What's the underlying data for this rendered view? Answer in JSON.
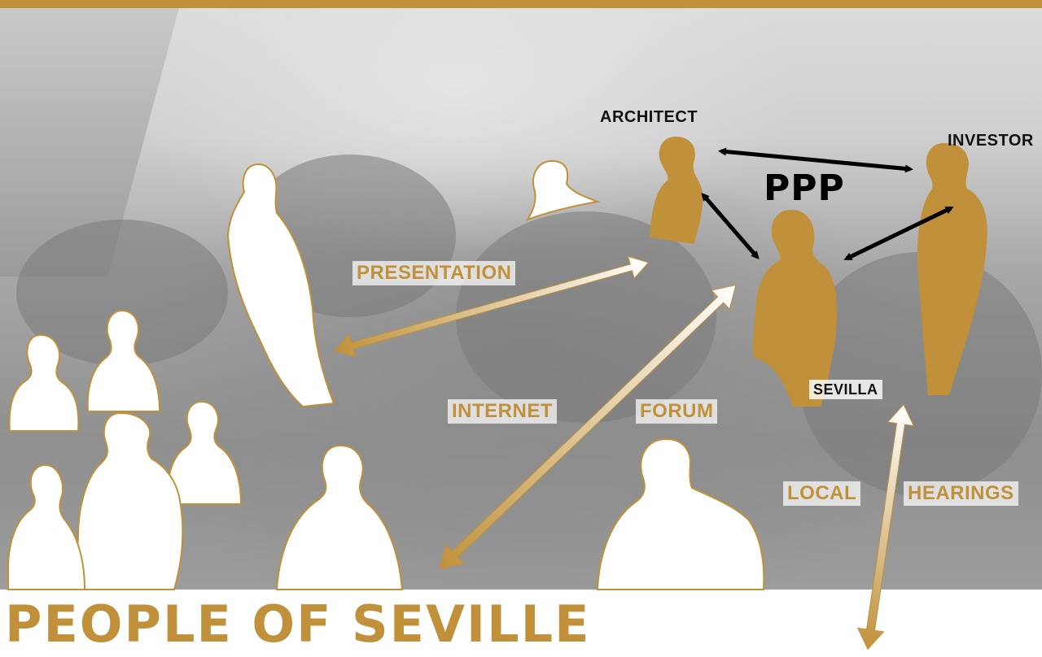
{
  "colors": {
    "brand_gold": "#c0913a",
    "text_dark": "#111111",
    "white": "#ffffff"
  },
  "stakeholders": {
    "architect": "ARCHITECT",
    "investor": "INVESTOR",
    "ppp": "PPP",
    "sevilla": "SEVILLA"
  },
  "channels": {
    "presentation": "PRESENTATION",
    "internet": "INTERNET",
    "forum": "FORUM",
    "local": "LOCAL",
    "hearings": "HEARINGS"
  },
  "footer": {
    "title": "PEOPLE OF SEVILLE"
  }
}
